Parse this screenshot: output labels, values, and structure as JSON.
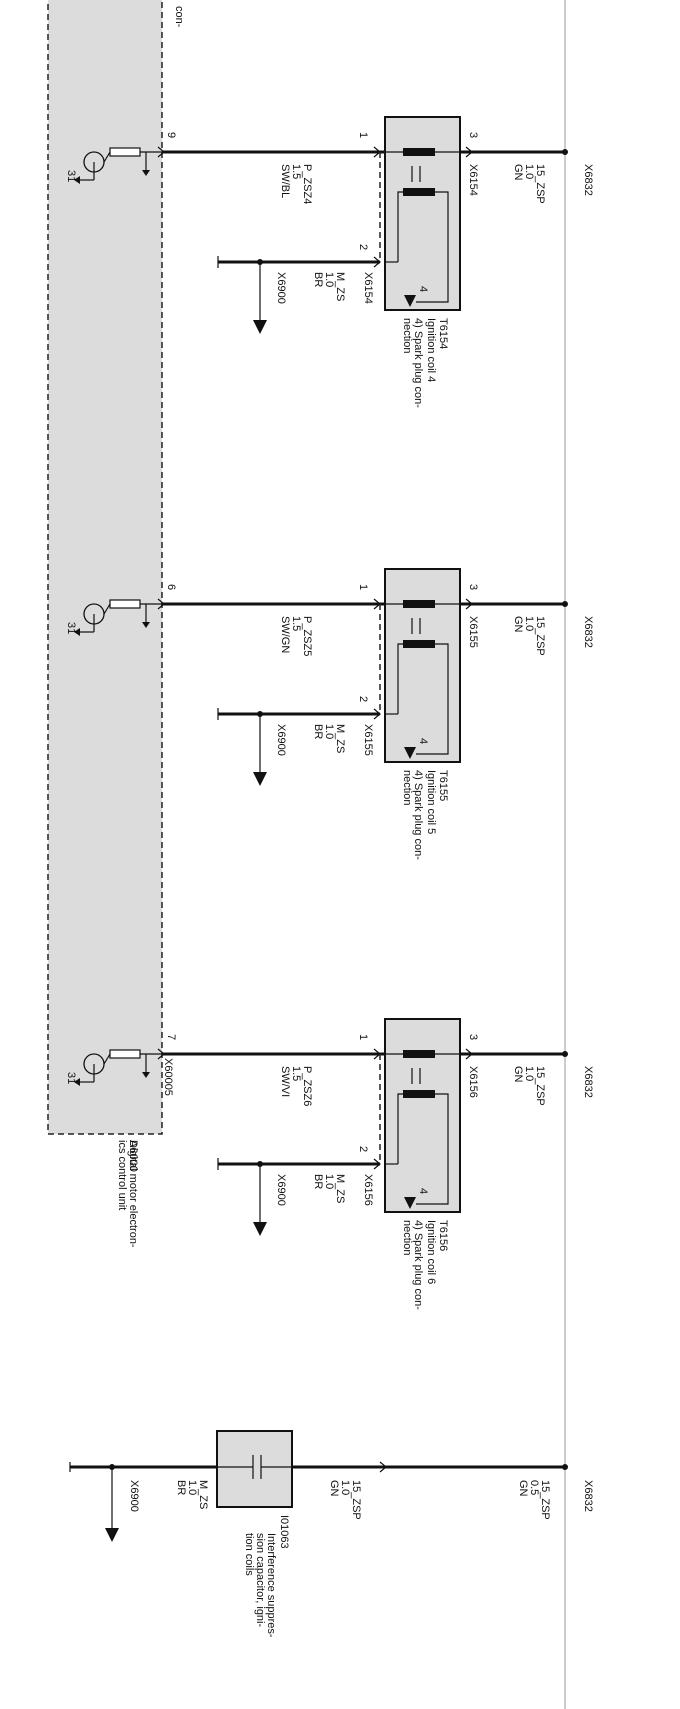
{
  "ecu": {
    "id": "A6000",
    "name": "Digital motor electron-\nics control unit",
    "connector": "X60005",
    "top_fragment": "con-",
    "ground_label": "31"
  },
  "coils": [
    {
      "ecu_pin": "9",
      "id": "T6154",
      "name": "Ignition coil 4",
      "note": "4) Spark plug con-\nnection",
      "pin_in": "1",
      "pin_out": "3",
      "pin_gnd": "2",
      "pin_plug": "4",
      "in_wire": "P_ZSZ4\n1.5\nSW/BL",
      "supply_wire": "15_ZSP\n1.0\nGN",
      "supply_conn": "X6154",
      "gnd_wire": "M_ZS\n1.0\nBR",
      "gnd_conn": "X6154",
      "gnd_splice": "X6900",
      "bus_splice": "X6832"
    },
    {
      "ecu_pin": "6",
      "id": "T6155",
      "name": "Ignition coil 5",
      "note": "4) Spark plug con-\nnection",
      "pin_in": "1",
      "pin_out": "3",
      "pin_gnd": "2",
      "pin_plug": "4",
      "in_wire": "P_ZSZ5\n1.5\nSW/GN",
      "supply_wire": "15_ZSP\n1.0\nGN",
      "supply_conn": "X6155",
      "gnd_wire": "M_ZS\n1.0\nBR",
      "gnd_conn": "X6155",
      "gnd_splice": "X6900",
      "bus_splice": "X6832"
    },
    {
      "ecu_pin": "7",
      "id": "T6156",
      "name": "Ignition coil 6",
      "note": "4) Spark plug con-\nnection",
      "pin_in": "1",
      "pin_out": "3",
      "pin_gnd": "2",
      "pin_plug": "4",
      "in_wire": "P_ZSZ6\n1.5\nSW/VI",
      "supply_wire": "15_ZSP\n1.0\nGN",
      "supply_conn": "X6156",
      "gnd_wire": "M_ZS\n1.0\nBR",
      "gnd_conn": "X6156",
      "gnd_splice": "X6900",
      "bus_splice": "X6832"
    }
  ],
  "capacitor": {
    "id": "I01063",
    "name": "Interference suppres-\nsion capacitor, igni-\ntion coils",
    "gnd_wire": "M_ZS\n1.0\nBR",
    "gnd_splice": "X6900",
    "supply_wire": "15_ZSP\n1.0\nGN",
    "bus_wire": "15_ZSP\n0.5\nGN",
    "bus_splice": "X6832"
  }
}
